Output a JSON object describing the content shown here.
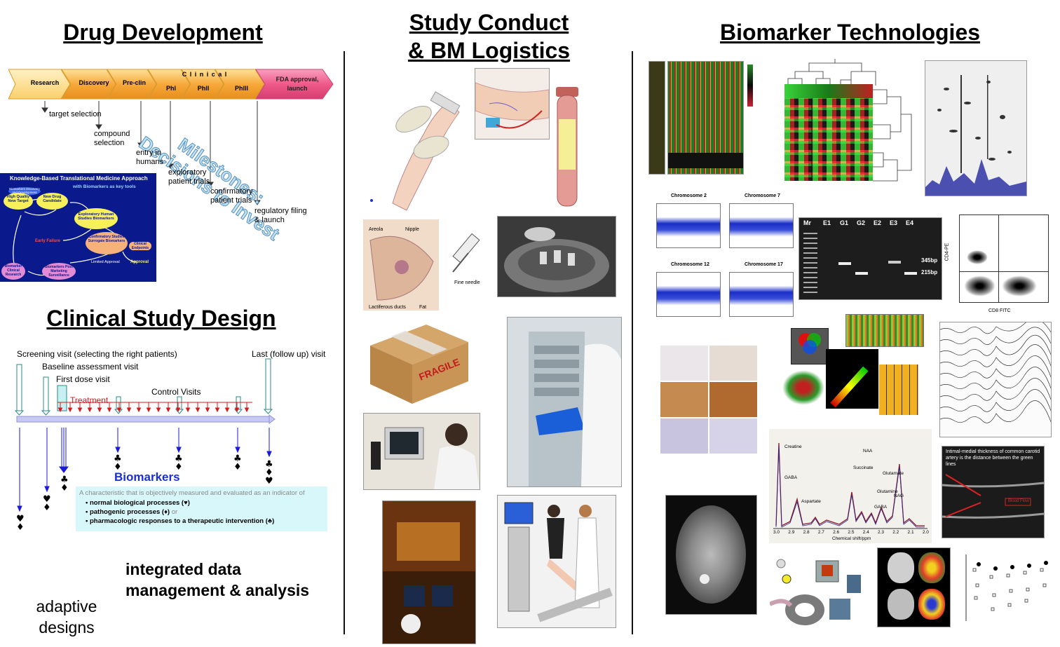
{
  "headings": {
    "drug_development": "Drug Development",
    "study_conduct_line1": "Study Conduct",
    "study_conduct_line2": "& BM Logistics",
    "biomarker_technologies": "Biomarker  Technologies",
    "clinical_study_design": "Clinical  Study Design"
  },
  "pipeline": {
    "stages": [
      "Research",
      "Discovery",
      "Pre-clin",
      "Phl",
      "Phll",
      "Phlll",
      "FDA approval, launch"
    ],
    "clinical_label": "C l i n i c a l",
    "milestones": [
      "target selection",
      "compound selection",
      "entry in humans",
      "exploratory patient trials",
      "confirmatory patient trials",
      "regulatory filing & launch"
    ],
    "watermark": "Milestones: Decisions to Invest"
  },
  "kbtm": {
    "title": "Knowledge-Based Translational Medicine Approach",
    "subtitle": "with Biomarkers as key tools",
    "nodes": [
      "Biomarkers Discovery and Development",
      "High Quality New Target",
      "New Drug Candidate",
      "Exploratory Human Studies Biomarkers",
      "Early Failure",
      "Confirmatory Studies Surrogate Biomarkers",
      "Clinical Endpoints",
      "Limited Approval",
      "Approval",
      "Biomarker Clinical Research",
      "Biomarkers Post Marketing Surveillance"
    ]
  },
  "study_design": {
    "screening": "Screening visit (selecting the right patients)",
    "baseline": "Baseline assessment visit",
    "first_dose": "First dose visit",
    "treatment": "Treatment",
    "control": "Control  Visits",
    "last": "Last (follow up) visit",
    "biomarkers_title": "Biomarkers",
    "definition": "A characteristic that is objectively measured and evaluated as an indicator of",
    "bullets": [
      "normal biological processes (♥)",
      "pathogenic processes (♦)",
      "pharmacologic responses to a therapeutic intervention (♣)"
    ],
    "or_label": "or",
    "integrated": "integrated data management & analysis",
    "adaptive": "adaptive designs"
  },
  "logistics_labels": {
    "areola": "Areola",
    "nipple": "Nipple",
    "ducts": "Lactiferous ducts",
    "fat": "Fat",
    "needle": "Fine needle",
    "fragile": "FRAGILE"
  },
  "tech_labels": {
    "gel_lanes": [
      "Mr",
      "E1",
      "G1",
      "G2",
      "E2",
      "E3",
      "E4"
    ],
    "bp_high": "345bp",
    "bp_low": "215bp",
    "cd4": "CD4-PE",
    "cd8": "CD8 FITC",
    "chromosomes": [
      "Chromosome 2",
      "Chromosome 7",
      "Chromosome 12",
      "Chromosome 17"
    ],
    "mrs_peaks": [
      "Creatine",
      "GABA",
      "Aspartate",
      "NAA",
      "Succinate",
      "Glutamate",
      "Glutamine",
      "GABA",
      "NAG"
    ],
    "mrs_axis": "Chemical shift/ppm",
    "mrs_ticks": [
      "3.0",
      "2.9",
      "2.8",
      "2.7",
      "2.6",
      "2.5",
      "2.4",
      "2.3",
      "2.2",
      "2.1",
      "2.0"
    ],
    "us_caption": "Intimal-medial thickness of common carotid artery is the distance between the green lines",
    "us_label": "Blood Flow"
  },
  "colors": {
    "pipeline_orange": "#f7a93b",
    "pipeline_pink": "#ef5a8a",
    "kbtm_bg": "#0a1a8c",
    "biomarkers_blue": "#1a2fd0",
    "bio_box": "#d8f7fb"
  }
}
